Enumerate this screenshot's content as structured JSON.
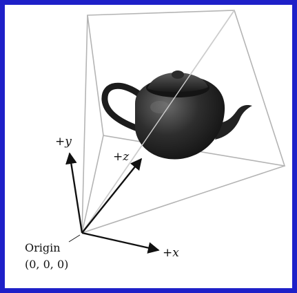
{
  "labels": {
    "y_axis": "+y",
    "z_axis": "+z",
    "x_axis": "+x",
    "origin_name": "Origin",
    "origin_coords": "(0, 0, 0)"
  },
  "colors": {
    "border": "#1e20c8",
    "frustum": "#b4b4b4",
    "axes": "#111111",
    "teapot": "#2a2a2a"
  },
  "objects": [
    "view-frustum",
    "teapot"
  ]
}
